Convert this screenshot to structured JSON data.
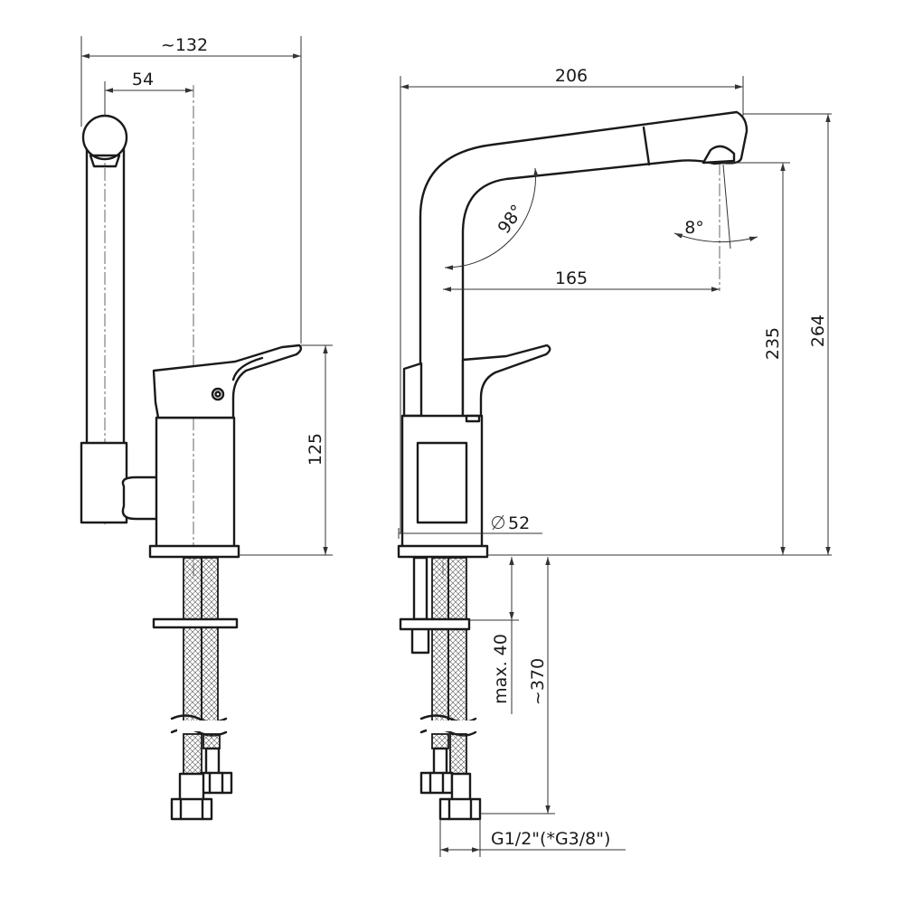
{
  "dimensions": {
    "side_width": "~132",
    "side_offset": "54",
    "side_handle_height": "125",
    "front_width": "206",
    "front_angle_bend": "98°",
    "front_angle_spout": "8°",
    "front_reach": "165",
    "front_outlet_height": "235",
    "front_total_height": "264",
    "front_base_diameter": "52",
    "front_max_thickness": "max. 40",
    "front_hose_length": "~370",
    "front_connection": "G1/2\"(*G3/8\")"
  },
  "colors": {
    "line": "#1a1a1a",
    "background": "#ffffff"
  }
}
